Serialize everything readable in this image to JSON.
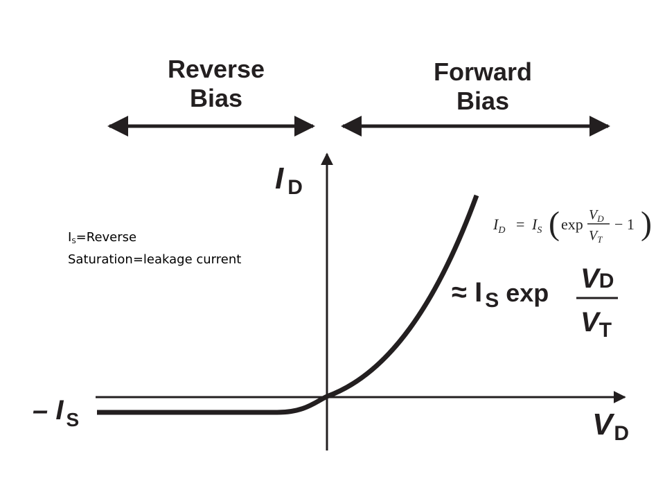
{
  "regions": {
    "reverse_line1": "Reverse",
    "reverse_line2": "Bias",
    "forward_line1": "Forward",
    "forward_line2": "Bias"
  },
  "axes": {
    "y_symbol": "I",
    "y_subscript": "D",
    "x_symbol": "V",
    "x_subscript": "D"
  },
  "labels": {
    "neg_is_prefix": "– I",
    "neg_is_sub": "S",
    "approx_prefix": "≈ I",
    "approx_sub": "S",
    "approx_exp": "exp",
    "frac_num": "V",
    "frac_num_sub": "D",
    "frac_den": "V",
    "frac_den_sub": "T"
  },
  "equation": {
    "lhs": "I",
    "lhs_sub": "D",
    "eq": "=",
    "is": "I",
    "is_sub": "S",
    "exp": "exp",
    "num": "V",
    "num_sub": "D",
    "den": "V",
    "den_sub": "T",
    "minus_one": "− 1"
  },
  "note": {
    "line1_sym": "I",
    "line1_sub": "S",
    "line1_rest": "=Reverse",
    "line2": "Saturation=leakage current"
  },
  "colors": {
    "ink": "#231f20",
    "background": "#ffffff"
  }
}
